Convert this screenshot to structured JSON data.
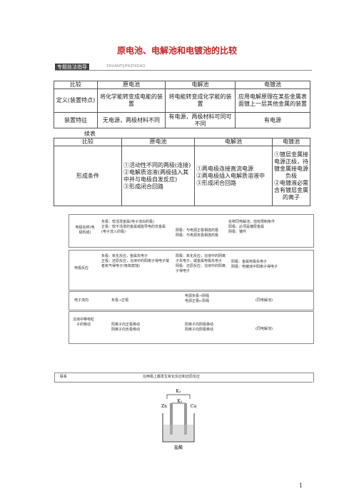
{
  "title": "原电池、电解池和电镀池的比较",
  "banner": {
    "tag": "专题技法指导",
    "pinyin": "ZHUANTIJIFAZHIDAO"
  },
  "table1": {
    "header": [
      "比较",
      "原电池",
      "电解池",
      "电镀池"
    ],
    "rows": [
      [
        "定义(装置特点)",
        "将化学能转变成电能的装置",
        "将电能转变成化学能的装置",
        "应用电解原理在某些金属表面镀上一层其他金属的装置"
      ],
      [
        "装置特征",
        "无电源，两极材料不同",
        "有电源，两极材料可同可不同",
        "有电源"
      ]
    ]
  },
  "cont_label": "续表",
  "table2": {
    "header": [
      "比较",
      "原电池",
      "电解池",
      "电镀池"
    ],
    "row_label": "形成条件",
    "c1": "①活动性不同的两极(连接)\n②电解质溶液(两极插入其中并与电极自发反应)\n③形成闭合回路",
    "c2": "①两电极连接直流电源\n②两电极插入电解质溶液中\n③形成闭合回路",
    "c3": "①镀层金属接电源正极，待镀金属接电源负极\n②电镀液必需含有镀层金属的离子"
  },
  "img": {
    "r1_label": "电极名称(电极构成)",
    "r1_c1": "负极：较活泼金属(电子流出的极)\n正极：较不活泼的金属或能导电的非金属(电子流入的极)",
    "r1_c2": "阳极：与电源正极相连的极\n阴极：与电源负极相连的极",
    "r1_c3": "名称同电解池，但有限制条件\n阳极：必须是镀层金属\n阴极：镀件",
    "r2_label": "电极反应",
    "r2_c1": "负极：氧化反应，金属失电子\n正极：还原反应，溶液中的阳离子得电子或者氧气得电子(吸氧腐蚀)",
    "r2_c2": "阳极：氧化反应，溶液中的阴离子失电子，或金属电极失电子\n阴极：还原反应，溶液中的阳离子得电子",
    "r2_c3": "阳极：金属电极失电子\n阴极：电镀液中阳离子得电子",
    "r3_label": "电子流向",
    "r3_c1": "负极→正极",
    "r3_c2": "电源负极→阴极\n电源正极←阳极",
    "r3_c3": "(同电解池)",
    "r4_label": "溶液中带电粒子的移动",
    "r4_c1": "阳离子向正极移动\n阴离子向负极移动",
    "r4_c2": "阳离子向阴极移动\n阴离子向阳极移动",
    "r4_c3": "(同电解池)",
    "r5_label": "联系",
    "r5_c1": "在两极上都发生氧化反应和还原反应"
  },
  "diagram": {
    "k1": "K₁",
    "k2": "K₂",
    "zn": "Zn",
    "cu": "Cu",
    "caption": "盐酸"
  },
  "page_number": "1"
}
